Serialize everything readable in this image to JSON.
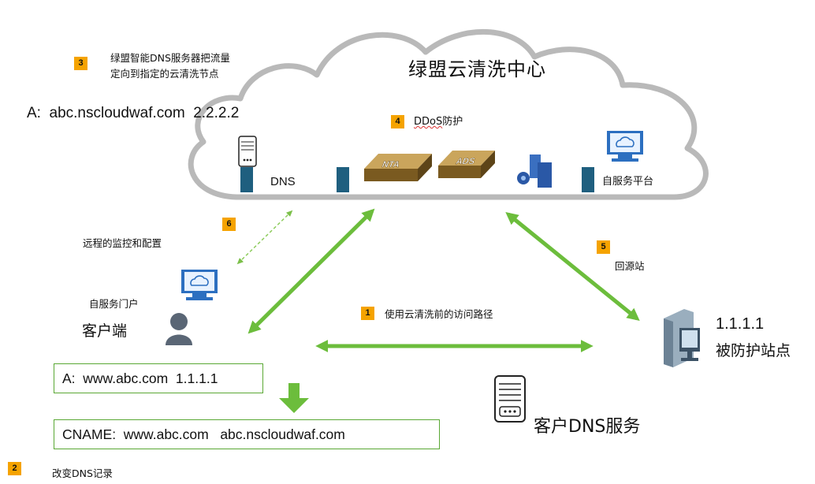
{
  "cloud": {
    "title": "绿盟云清洗中心"
  },
  "step3": {
    "num": "3",
    "line1": "绿盟智能DNS服务器把流量",
    "line2": "定向到指定的云清洗节点"
  },
  "dns_record_cloud": "A:  abc.nscloudwaf.com  2.2.2.2",
  "step4": {
    "num": "4",
    "label_prefix": "DDoS",
    "label_suffix": "防护"
  },
  "dns_label": "DNS",
  "device_nta": "NTA",
  "device_ads": "ADS",
  "self_service_platform": "自服务平台",
  "step6": {
    "num": "6",
    "label": "远程的监控和配置"
  },
  "step5": {
    "num": "5",
    "label": "回源站"
  },
  "step1": {
    "num": "1",
    "label": "使用云清洗前的访问路径"
  },
  "portal_label": "自服务门户",
  "client_label": "客户端",
  "protected_site": {
    "ip": "1.1.1.1",
    "label": "被防护站点"
  },
  "record_a": "A:  www.abc.com  1.1.1.1",
  "record_cname": "CNAME:  www.abc.com   abc.nscloudwaf.com",
  "customer_dns": "客户DNS服务",
  "step2": {
    "num": "2",
    "label": "改变DNS记录"
  },
  "colors": {
    "arrow_green": "#6cbd3c",
    "badge_orange": "#f5a300",
    "cloud_gray": "#b5b5b5",
    "bar_blue": "#1f5f7f"
  }
}
